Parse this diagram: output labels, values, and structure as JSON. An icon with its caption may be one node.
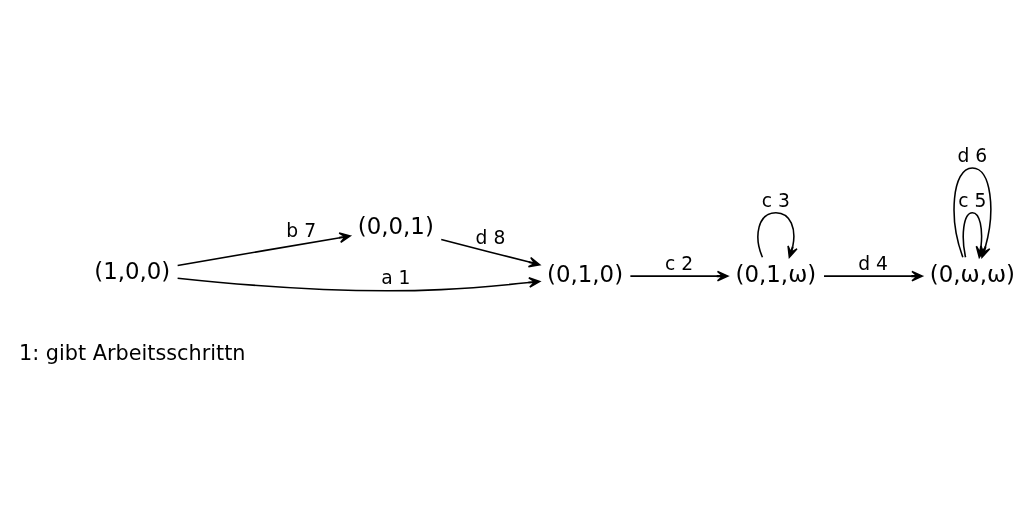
{
  "diagram": {
    "nodes": [
      {
        "text": [
          "(1,0,0)"
        ]
      },
      {
        "text": [
          "(0,0,1)"
        ]
      },
      {
        "text": [
          "(0,1,0)"
        ]
      },
      {
        "text": [
          "(0,1,ω)"
        ]
      },
      {
        "text": [
          "(0,ω,ω)"
        ]
      }
    ],
    "edges": [
      {
        "from": 0,
        "to": 1,
        "arrow": "to",
        "label": "b 7"
      },
      {
        "from": 0,
        "to": 2,
        "arrow": "to",
        "label": "a 1"
      },
      {
        "from": 1,
        "to": 2,
        "arrow": "to",
        "label": "d 8"
      },
      {
        "from": 2,
        "to": 3,
        "arrow": "to",
        "label": "c 2"
      },
      {
        "from": 3,
        "to": 3,
        "arrow": "to",
        "label": "c 3"
      },
      {
        "from": 3,
        "to": 4,
        "arrow": "to",
        "label": "d 4"
      },
      {
        "from": 4,
        "to": 4,
        "arrow": "to",
        "label": "c 5"
      },
      {
        "from": 4,
        "to": 4,
        "arrow": "to",
        "label": "d 6"
      }
    ],
    "labels": [
      "1: gibt Arbeitsschrittn"
    ]
  }
}
